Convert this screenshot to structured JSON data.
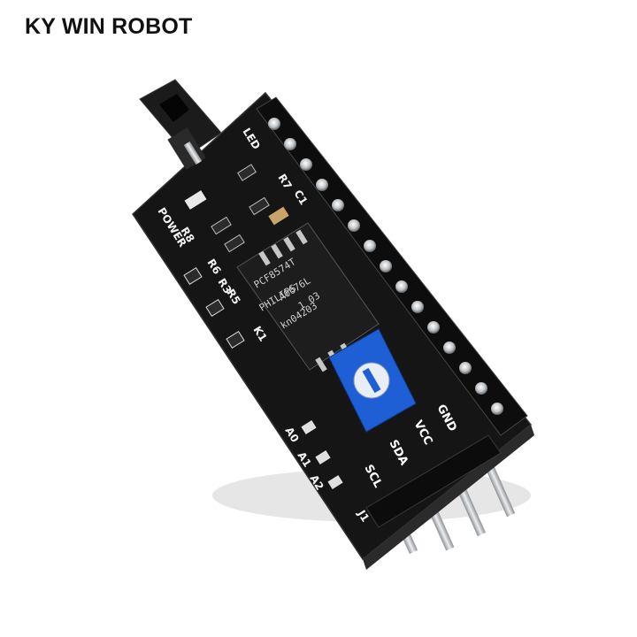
{
  "watermark": {
    "text": "KY WIN ROBOT"
  },
  "board": {
    "silkscreen": {
      "power": "POWER",
      "r8": "R8",
      "r6": "R6",
      "r3": "R3",
      "r5": "R5",
      "r7": "R7",
      "c1": "C1",
      "led": "LED",
      "a0": "A0",
      "a1": "A1",
      "a2": "A2",
      "j1": "J1",
      "k1": "K1"
    },
    "chip": {
      "brand": "PHILIPS",
      "line1": "PCF8574T",
      "line2": "A0676L",
      "line3": "1   03",
      "line4": "kn04203"
    },
    "pins": [
      "SCL",
      "SDA",
      "VCC",
      "GND"
    ]
  },
  "colors": {
    "pcb": "#151515",
    "pot": "#1f5fd6",
    "header": "#111111",
    "pin": "#b9bcbf"
  }
}
